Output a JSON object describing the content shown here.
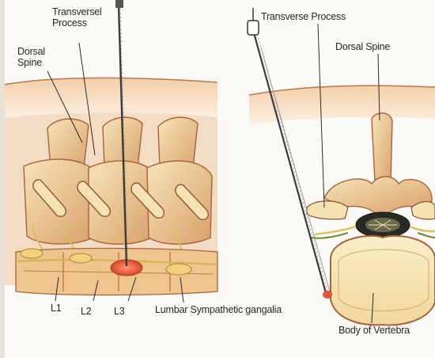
{
  "labels": {
    "transverse_process_left": [
      "Transversel",
      "Process"
    ],
    "dorsal_spine_left": [
      "Dorsal",
      "Spine"
    ],
    "transverse_process_right": "Transverse Process",
    "dorsal_spine_right": "Dorsal Spine",
    "l1": "L1",
    "l2": "L2",
    "l3": "L3",
    "lumbar_sympathetic_ganglia": "Lumbar Sympathetic gangalia",
    "body_of_vertebra": "Body of Vertebra"
  },
  "colors": {
    "bone": "#f1d9a2",
    "bone_shadow": "#c97a4a",
    "muscle": "#e3a47a",
    "ganglia": "#e0553a",
    "nerve": "#e6d070",
    "needle": "#4a4a4a",
    "skin": "#f3cfa8"
  }
}
